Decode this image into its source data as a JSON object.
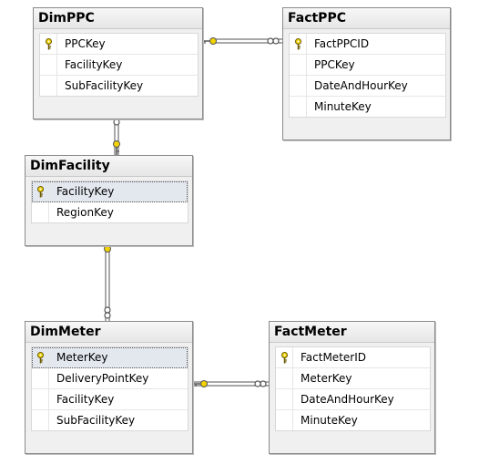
{
  "tables": {
    "dimppc": {
      "title": "DimPPC",
      "columns": [
        "PPCKey",
        "FacilityKey",
        "SubFacilityKey"
      ]
    },
    "factppc": {
      "title": "FactPPC",
      "columns": [
        "FactPPCID",
        "PPCKey",
        "DateAndHourKey",
        "MinuteKey"
      ]
    },
    "dimfacility": {
      "title": "DimFacility",
      "columns": [
        "FacilityKey",
        "RegionKey"
      ]
    },
    "dimmeter": {
      "title": "DimMeter",
      "columns": [
        "MeterKey",
        "DeliveryPointKey",
        "FacilityKey",
        "SubFacilityKey"
      ]
    },
    "factmeter": {
      "title": "FactMeter",
      "columns": [
        "FactMeterID",
        "MeterKey",
        "DateAndHourKey",
        "MinuteKey"
      ]
    }
  },
  "icons": {
    "primary_key": "key-icon",
    "relationship_one": "key-end-icon",
    "relationship_many": "infinity-icon"
  },
  "colors": {
    "key_yellow": "#f2d300",
    "line": "#8c8c8c"
  }
}
